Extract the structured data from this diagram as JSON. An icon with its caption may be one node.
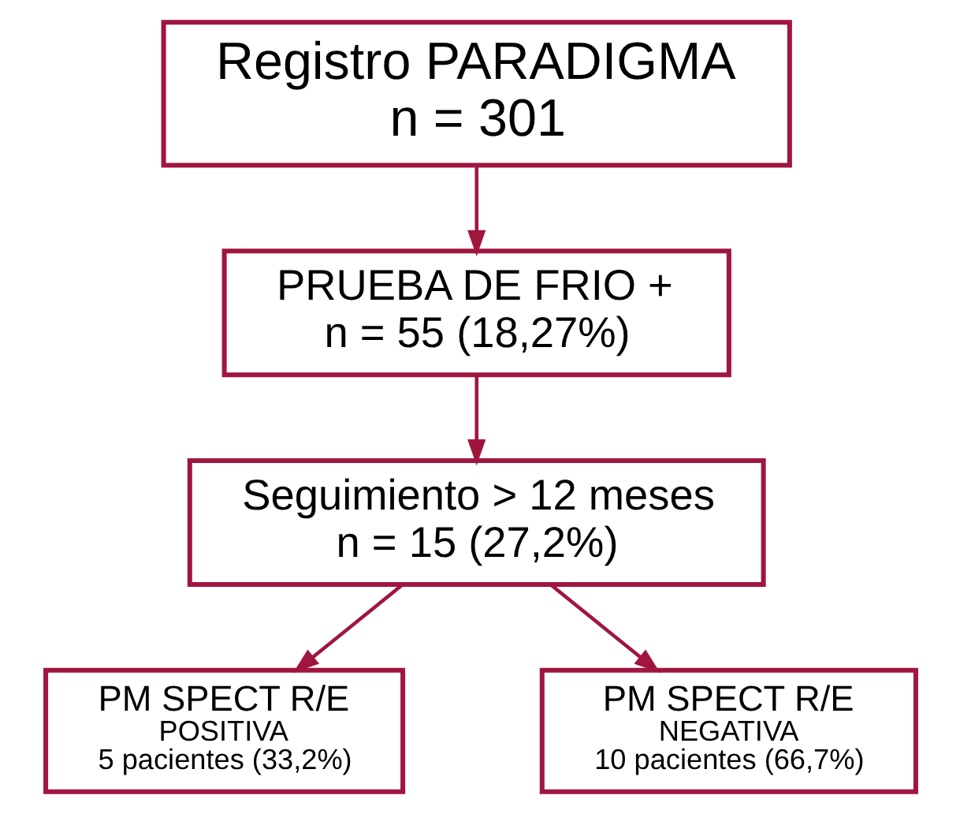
{
  "diagram": {
    "nodes": [
      {
        "text": [
          "Registro PARADIGMA",
          "n = 301"
        ]
      },
      {
        "text": [
          "PRUEBA DE FRIO +",
          "n = 55 (18,27%)"
        ]
      },
      {
        "text": [
          "Seguimiento > 12 meses",
          "n = 15 (27,2%)"
        ]
      },
      {
        "text": [
          "PM SPECT R/E",
          "POSITIVA",
          "5 pacientes (33,2%)"
        ]
      },
      {
        "text": [
          "PM SPECT R/E",
          "NEGATIVA",
          "10 pacientes (66,7%)"
        ]
      }
    ],
    "edges": [
      {
        "from": 0,
        "to": 1,
        "arrow": "to"
      },
      {
        "from": 1,
        "to": 2,
        "arrow": "to"
      },
      {
        "from": 2,
        "to": 3,
        "arrow": "to"
      },
      {
        "from": 2,
        "to": 4,
        "arrow": "to"
      }
    ]
  }
}
